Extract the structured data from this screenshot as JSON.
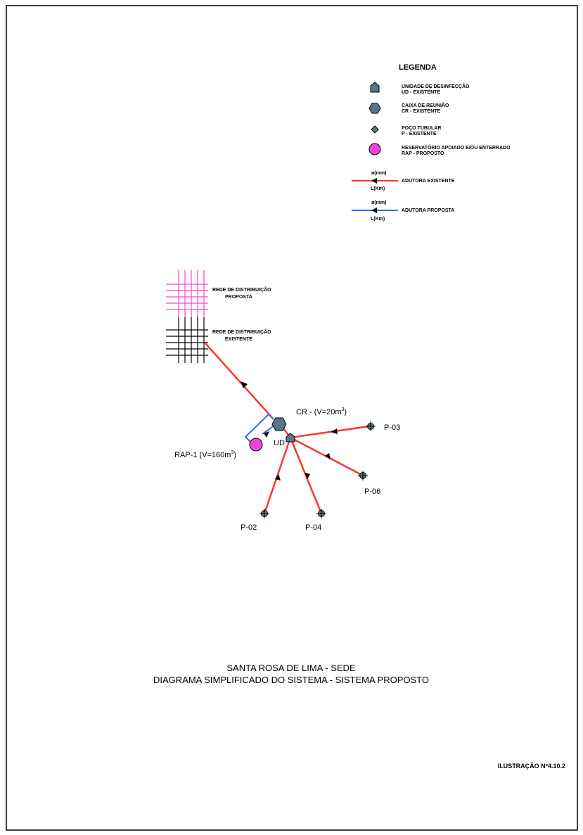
{
  "legend": {
    "title": "LEGENDA",
    "items": [
      {
        "icon": "pentagon-icon",
        "line1": "UNIDADE DE DESINFECÇÃO",
        "line2": "UD - EXISTENTE"
      },
      {
        "icon": "hexagon-icon",
        "line1": "CAIXA DE REUNIÃO",
        "line2": "CR - EXISTENTE"
      },
      {
        "icon": "diamond-icon",
        "line1": "POÇO TUBULAR",
        "line2": "P - EXISTENTE"
      },
      {
        "icon": "circle-icon",
        "line1": "RESERVATÓRIO APOIADO E/OU ENTERRADO",
        "line2": "RAP - PROPOSTO"
      }
    ],
    "lines": [
      {
        "top": "ø(mm)",
        "bottom": "L(Km)",
        "label": "ADUTORA EXISTENTE",
        "color": "#ff3333"
      },
      {
        "top": "ø(mm)",
        "bottom": "L(Km)",
        "label": "ADUTORA PROPOSTA",
        "color": "#3366ff"
      }
    ]
  },
  "networks": {
    "proposed_line1": "REDE DE DISTRIBUIÇÃO",
    "proposed_line2": "PROPOSTA",
    "existing_line1": "REDE DE DISTRIBUIÇÃO",
    "existing_line2": "EXISTENTE",
    "proposed_color": "#ff44cc",
    "existing_color": "#000000"
  },
  "nodes": {
    "cr": "CR - (V=20m",
    "rap": "RAP-1 (V=160m",
    "ud": "UD",
    "sup": "3",
    "close": ")",
    "p02": "P-02",
    "p03": "P-03",
    "p04": "P-04",
    "p06": "P-06"
  },
  "colors": {
    "existing_pipe": "#ff3333",
    "proposed_pipe": "#3366ff",
    "reservoir": "#ee44dd",
    "node_fill": "#557788"
  },
  "title": {
    "line1": "SANTA ROSA DE LIMA - SEDE",
    "line2": "DIAGRAMA SIMPLIFICADO DO SISTEMA - SISTEMA PROPOSTO"
  },
  "illustration": "ILUSTRAÇÃO Nº4.10.2"
}
